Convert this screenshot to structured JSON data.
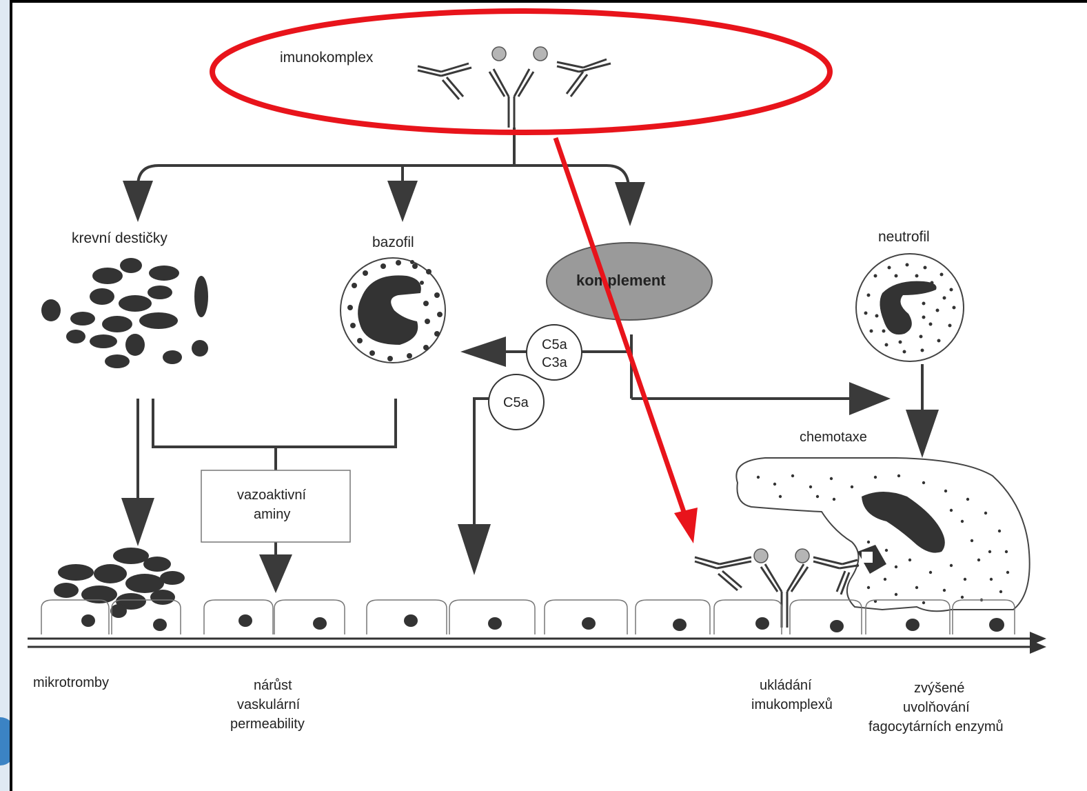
{
  "labels": {
    "immunocomplex": "imunokomplex",
    "platelets": "krevní destičky",
    "basophil": "bazofil",
    "complement": "komplement",
    "neutrophil": "neutrofil",
    "c5a_c3a_line1": "C5a",
    "c5a_c3a_line2": "C3a",
    "c5a": "C5a",
    "chemotaxis": "chemotaxe",
    "vasoactive_line1": "vazoaktivní",
    "vasoactive_line2": "aminy"
  },
  "outcomes": {
    "microthrombi": "mikrotromby",
    "permeability_line1": "nárůst",
    "permeability_line2": "vaskulární",
    "permeability_line3": "permeability",
    "deposition_line1": "ukládání",
    "deposition_line2": "imukomplexů",
    "enzymes_line1": "zvýšené",
    "enzymes_line2": "uvolňování",
    "enzymes_line3": "fagocytárních enzymů"
  },
  "colors": {
    "highlight": "#e8141b",
    "ink": "#3a3a3a",
    "complement_fill": "#9a9a9a",
    "antigen": "#b5b5b5"
  }
}
